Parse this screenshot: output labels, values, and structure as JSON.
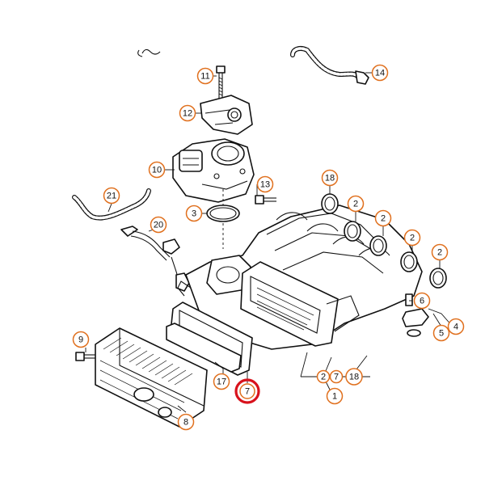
{
  "diagram": {
    "accent_color": "#e0701e",
    "highlight_color": "#d8121c",
    "selected_callout": "7",
    "callouts": [
      {
        "id": "c11",
        "label": "11"
      },
      {
        "id": "c14",
        "label": "14"
      },
      {
        "id": "c12",
        "label": "12"
      },
      {
        "id": "c10",
        "label": "10"
      },
      {
        "id": "c13",
        "label": "13"
      },
      {
        "id": "c18a",
        "label": "18"
      },
      {
        "id": "c3",
        "label": "3"
      },
      {
        "id": "c21",
        "label": "21"
      },
      {
        "id": "c2a",
        "label": "2"
      },
      {
        "id": "c2b",
        "label": "2"
      },
      {
        "id": "c20",
        "label": "20"
      },
      {
        "id": "c2c",
        "label": "2"
      },
      {
        "id": "c2d",
        "label": "2"
      },
      {
        "id": "c2e",
        "label": "2"
      },
      {
        "id": "c6",
        "label": "6"
      },
      {
        "id": "c4",
        "label": "4"
      },
      {
        "id": "c5",
        "label": "5"
      },
      {
        "id": "c9",
        "label": "9"
      },
      {
        "id": "c17",
        "label": "17"
      },
      {
        "id": "c7sel",
        "label": "7"
      },
      {
        "id": "c2f",
        "label": "2"
      },
      {
        "id": "c7b",
        "label": "7"
      },
      {
        "id": "c18b",
        "label": "18"
      },
      {
        "id": "c1",
        "label": "1"
      },
      {
        "id": "c8",
        "label": "8"
      }
    ]
  }
}
